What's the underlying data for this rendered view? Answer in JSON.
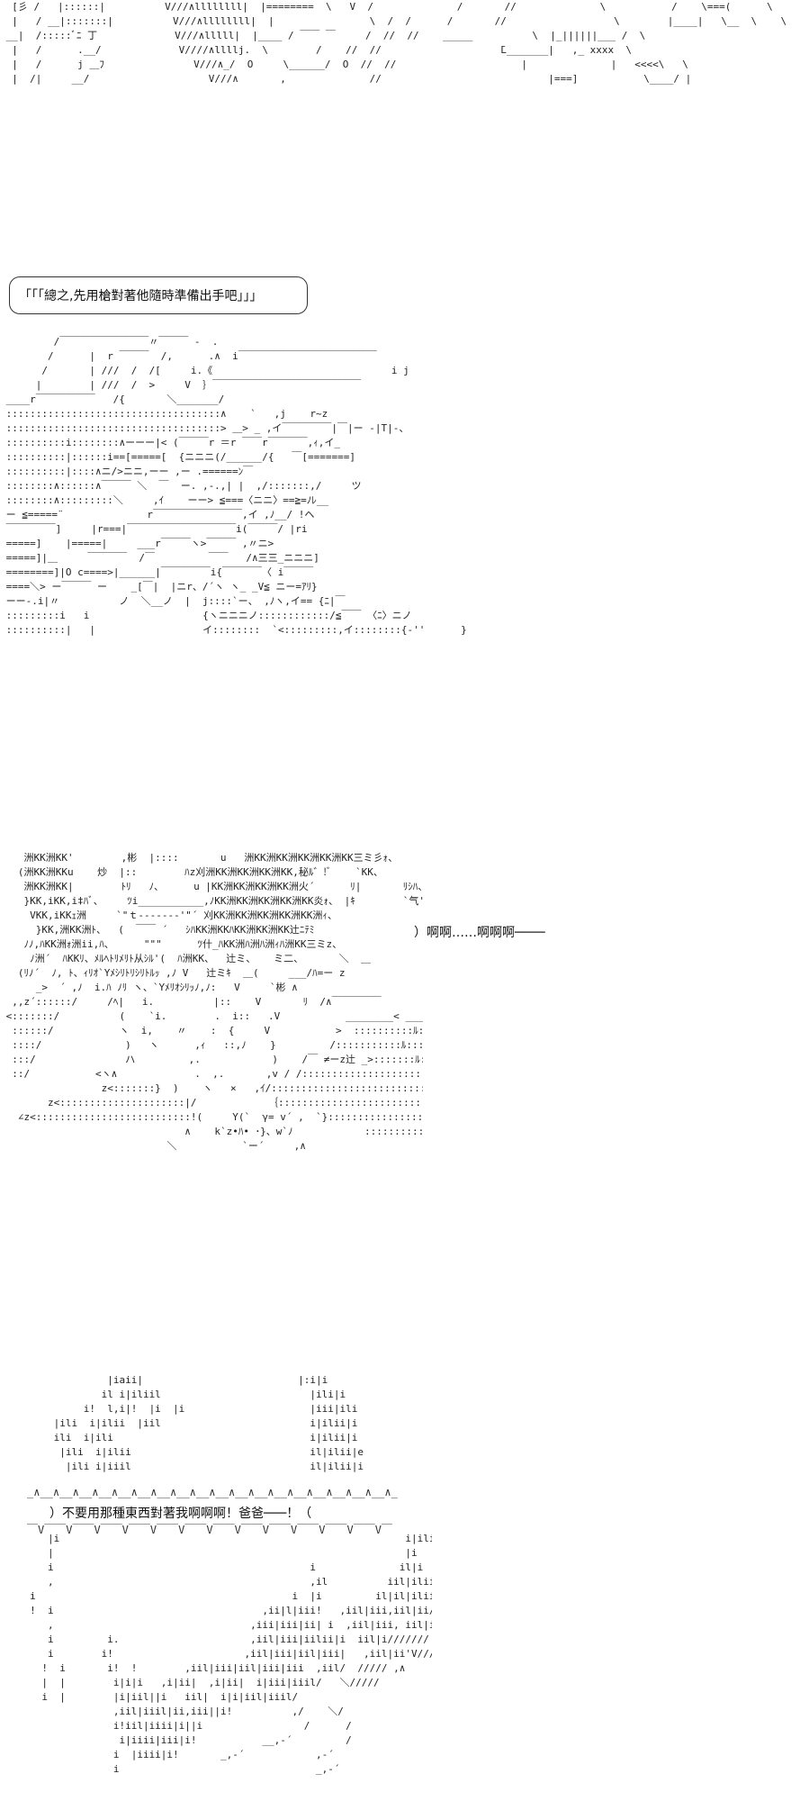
{
  "panels": [
    {
      "art": "  [彡 /   |::::::|          V///∧llllllll|  |========  \\   V  /              /       //              \\           /    \\===(      \\\n  |   / __|:::::::|          V///∧llllllll|  |                \\  /  /      /       //                  \\        |____|   \\__  \\    \\\n __|  /:::::ﾞﾆ 丁             V///∧lllll|  |____ / ￣￣ ￣     /  //  //    _____          \\  |_||||||___ /  \\\n  |   /      .__/             V////∧llllj.  \\        /    //  //                    ̄L_______|   ,_ xxxx  \\\n  |   /      j ＿ﾌ               V///∧_/  O     \\______/  O  //  //                     |              |   <<<<\\   \\\n  |  /|     __/                    V///∧       ,              //                            |===]           \\____/ |"
    },
    {
      "bubble": "「「「總之,先用槍對著他隨時準備出手吧」」」",
      "art": "         /￣￣￣￣￣￣￣￣￣〃￣￣￣ -  .\n        /      |  r ￣￣￣  /,      .∧  i￣￣￣￣￣￣￣￣￣￣￣￣￣￣\n       /       | ///  /  /[     i.《                              i j\n      |        | ///  /  >     V  ｝￣￣￣￣￣￣￣￣￣￣￣￣￣￣￣\n ____r￣￣￣￣￣￣   /{       ＼_______/\n ::::::::::::::::::::::::::::::::::::∧    `   ,j    r~z\n ::::::::::::::::::::::::::::::::::::> ＿> _ ,イ￣￣￣￣￣|￣|ー -|T|-、\n ::::::::::i::::::::∧ーーー|< (￣￣￣r ＝r ￣￣r￣￣￣￣,ｨ,イ_\n ::::::::::|::::::i==[=====[  {ニニニ(/______/{   ￣[=======]\n ::::::::::|::::∧ニ/>ニニ,ーー ,ー .======ﾝ￣\n ::::::::∧::::::∧￣￣￣ ＼  ￣  ー. ,-.,| |  ,/:::::::,/     ツ\n ::::::::∧:::::::::＼     ,ｲ    ーー> ≦===〈ニニ〉==≧=ﾉﾚ__\n ー ≦=====¨              r￣￣￣￣￣￣￣￣￣,イ ,ﾉ__/ !ヘ\n ￣￣￣￣￣]     |r===|￣￣￣￣￣￣￣￣￣￣￣i(￣￣￣/ |ri\n =====]    |=====|     ___r￣￣￣ヽ>￣￣￣ ,〃ニ>\n =====]|＿     ￣￣￣￣  /￣         ￣￣   /∧三三_ニニニ]\n ========]|O c====>|______|￣￣￣￣￣i{￣￣￣￣〈 i￣￣￣\n ====＼> ー￣￣￣ ー    _[￣|  |ニr、/´ヽ ヽ_ _V≦ ニー=ｱﾘ}\n ーー-.i|〃          ノ  ＼__ノ  |  j::::`ー、 ,ﾉヽ,イ== {ﾆ|￣\n :::::::::i   i                   {ヽニニニノ::::::::::::/≦￣￣ 〈ﾆ〉ニノ\n ::::::::::|   |                  イ::::::::  `<:::::::::,イ::::::::{-''      }:::|::::ﾊ"
    },
    {
      "speech": "）啊啊……啊啊啊────",
      "art": "    洲KK洲KK'        ,彬  |::::       u   洲KK洲KK洲KK洲KK洲KK三ミ彡ｫ、\n   (洲KK洲KKu    炒  |::        ﾊz刈洲KK洲KK洲KK洲KK,秘ﾙ゛!ﾞ    `KK、\n    洲KK洲KK|        ﾄﾘ   ﾉ、     u |KK洲KK洲KK洲KK洲火´      ﾘ|       ﾘｼﾊ、\n    }KK,iKK,i‡ﾊﾞ、    ﾂi___________,ﾉKK洲KK洲KK洲KK洲KK炎ｫ、 |ｷ        `气'\n     VKK,iKKｪ洲     `\"ｔ-‐-‐‐-‐'\"´ 刈KK洲KK洲KK洲KK洲KK洲ｨ、\n      }KK,洲KK洲ﾄ、  (  ￣￣ ´   ｼﾊKK洲KKﾊKK洲KK洲KK辻ﾆﾃﾐ\n    ﾉﾉ,ﾊKK洲ｫ洲ii,ﾊ、     \"\"\"      ﾂ什_ﾊKK洲ﾊ洲ﾊ洲ｨﾊ洲KK三ミz、\n     ﾉ洲´  ﾊKKﾘ、ﾒﾙﾍﾄﾘﾒﾘﾄ从ｼﾙ'(  ﾊ洲KK、  辻ミ、   ミ二、      ＼  ＿\n   (ﾘﾉ´  ﾉ, ﾄ、ｨﾘｵ`Yﾒｼﾘﾄﾘｼﾘﾄﾙｯ ,ﾉ V   辻ミｷ  ＿(     ___/ﾊ=ー z\n      _>  ´ ,ﾉ  i.ﾊ ﾉﾘ ヽ、`Yﾒﾘｵｼﾘｯﾉ,ﾉ:   V     `彬 ∧\n  ,,z´::::::/     /ﾍ|   i.          |::    V       ﾘ  /∧￣￣￣￣￣\n <:::::::/          (    `i.        .  i::   .V           ________< ____>\n  ::::::/           ヽ  i,    〃    :  {     V           >  ::::::::::ﾙ::::::\n  ::::/              )   ヽ      ,ｨ   ::,ﾉ    }         /:::::::::::ﾙ::::::\n  :::/               ハ         ,.            )    /￣ ≠ーz辻 _>:::::::ﾙ::::::\n  ::/           <ヽ∧             .  ,.       ,v / /:::::::::::::::::::::::ﾙ::::::\n                 z<:::::::}  )    ヽ   ×   ,ｲ/:::::::::::::::::::::::::::ﾙ::::::\n        z<:::::::::::::::::::::|/            ｛:::::::::::::::::::::::::::::ﾙ::::::\n   ∠z<::::::::::::::::::::::::::!(     Y(`  γ= v´ ,  `}:::::::::::::::::::::ﾙ::::::\n                               ∧    k`z•ﾊ• ･}、w`ﾉ            ::::::::::ﾙ::::::\n                            ＼           `ー´     ,∧"
    },
    {
      "speech": "）不要用那種東西對著我啊啊啊！爸爸───！（",
      "art": "                  |iaii|                          |:i|i\n                 il i|iliil                         |ili|i\n              i!  l,i|!  |i  |i                     |iii|ili\n         |ili  i|ilii  |iil                         i|ilii|i\n         ili  i|ili                                 i|ilii|i\n          |ili  i|ilii                              il|ilii|e\n           |ili i|iiil                              il|ilii|i\n\n\n\n\n        |i                                                          i|ilil\n        |                                                           |i\n        i                                           i              il|i\n        ,                                           ,il          iil|ilii\n     i                                           i  |i         il|il|ilii|lii|i777＼\n     !  i                                   ,ii|l|iii!   ,iil|iii,iil|ii//////>\n        ,                                 ,iii|iii|ii| i  ,iil|iii, iil|i///////\n        i         i.                      ,iil|iii|iilii|i  iil|i///////\n        i        i!                      ,iil|iii|iil|iii|   ,iil|ii'V///////\n       !  i       i!  !        ,iil|iii|iil|iii|iii  ,iil/  ///// ,∧\n       |  |        i|i|i   ,i|ii|  ,i|ii|  i|iii|iiil/   ＼/////\n       i  |        |i|iil||i   iil|  i|i|iil|iiil/\n                   ,iil|iiil|ii,iii||i!          ,/    ＼/\n                   i!iil|iiii|i||i                 /      /\n                    i|iiii|iii|i!           __,-´         /\n                   i  |iiii|i!       _,-´            ,-´\n                   i                                 _,-´"
    }
  ],
  "scallops": {
    "top": "_∧__∧__∧__∧__∧__∧__∧__∧__∧__∧__∧__∧__∧__∧__∧__∧__∧__∧__∧_",
    "bottom": "￣V￣￣V￣￣V￣￣V￣￣V￣￣V￣￣V￣￣V￣￣V￣￣V￣￣V￣￣V￣￣V￣"
  }
}
